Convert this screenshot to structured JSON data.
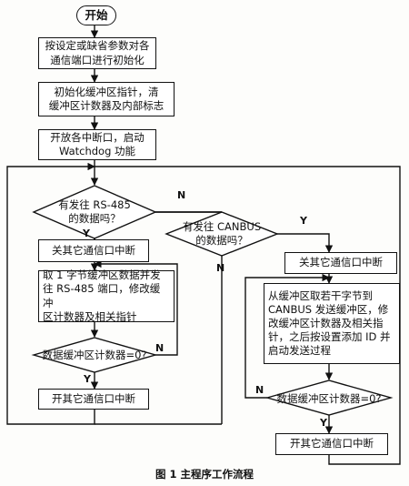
{
  "nodes": {
    "start": "开始",
    "init_ports": "按设定或缺省参数对各\n通信端口进行初始化",
    "init_buffer": "初始化缓冲区指针，清\n缓冲区计数器及内部标志",
    "enable_interrupts": "开放各中断口，启动\nWatchdog 功能",
    "rs485_decision": "有发往 RS-485\n的数据吗？",
    "close_other_left": "关其它通信口中断",
    "read_send_rs485": "取 1 字节缓冲区数据并发\n往 RS-485 端口，修改缓冲\n区计数器及相关指针",
    "buffer_check_left": "数据缓冲区计数器=0?",
    "open_other_left": "开其它通信口中断",
    "canbus_decision": "有发往 CANBUS\n的数据吗？",
    "close_other_right": "关其它通信口中断",
    "fill_canbus": "从缓冲区取若干字节到\nCANBUS 发送缓冲区，修\n改缓冲区计数器及相关指\n针，之后按设置添加 ID 并\n启动发送过程",
    "buffer_check_right": "数据缓冲区计数器=0?",
    "open_other_right": "开其它通信口中断"
  },
  "labels": {
    "y": "Y",
    "n": "N"
  },
  "caption": "图 1 主程序工作流程"
}
